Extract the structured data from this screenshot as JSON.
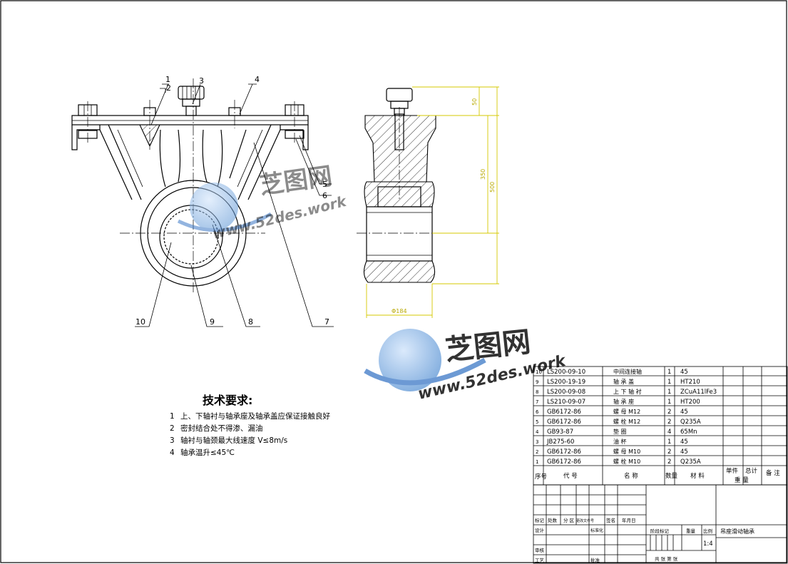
{
  "balloons": [
    "1",
    "2",
    "3",
    "4",
    "5",
    "6",
    "7",
    "8",
    "9",
    "10"
  ],
  "dimensions": [
    "50",
    "350",
    "500",
    "Φ184"
  ],
  "tech": {
    "title": "技术要求:",
    "items": [
      {
        "num": "1",
        "text": "上、下轴衬与轴承座及轴承盖应保证接触良好"
      },
      {
        "num": "2",
        "text": "密封结合处不得渗、漏油"
      },
      {
        "num": "3",
        "text": "轴衬与轴颈最大线速度 V≤8m/s"
      },
      {
        "num": "4",
        "text": "轴承温升≤45℃"
      }
    ]
  },
  "bom": {
    "rows": [
      {
        "no": "10",
        "code": "LS200-09-10",
        "name": "中间连接轴",
        "qty": "1",
        "material": "45"
      },
      {
        "no": "9",
        "code": "LS200-19-19",
        "name": "轴 承 盖",
        "qty": "1",
        "material": "HT210"
      },
      {
        "no": "8",
        "code": "LS200-09-08",
        "name": "上 下 轴 衬",
        "qty": "1",
        "material": "ZCuA11lFe3"
      },
      {
        "no": "7",
        "code": "LS210-09-07",
        "name": "轴 承 座",
        "qty": "1",
        "material": "HT200"
      },
      {
        "no": "6",
        "code": "GB6172-86",
        "name": "螺 母 M12",
        "qty": "2",
        "material": "45"
      },
      {
        "no": "5",
        "code": "GB6172-86",
        "name": "螺 栓 M12",
        "qty": "2",
        "material": "Q235A"
      },
      {
        "no": "4",
        "code": "GB93-87",
        "name": "垫 圈",
        "qty": "4",
        "material": "65Mn"
      },
      {
        "no": "3",
        "code": "JB275-60",
        "name": "油 杯",
        "qty": "1",
        "material": "45"
      },
      {
        "no": "2",
        "code": "GB6172-86",
        "name": "螺 母 M10",
        "qty": "2",
        "material": "45"
      },
      {
        "no": "1",
        "code": "GB6172-86",
        "name": "螺 栓 M10",
        "qty": "2",
        "material": "Q235A"
      }
    ],
    "header": {
      "no": "序号",
      "code": "代 号",
      "name": "名 称",
      "qty": "数量",
      "material": "材 料",
      "unit_weight": "单件",
      "total_weight": "总计",
      "weight": "重 量",
      "remark": "备 注"
    }
  },
  "title_block": {
    "drawing_title": "吊座滑动轴承",
    "scale": "1:4",
    "labels": {
      "mark": "标记",
      "count": "处数",
      "zone": "分 区",
      "change_doc": "更改文件号",
      "sign": "签名",
      "date": "年月日",
      "designer": "设计",
      "standardize": "标准化",
      "stage_mark": "阶段标记",
      "weight": "重量",
      "scale_label": "比例",
      "review": "审核",
      "process": "工艺",
      "approve": "批准",
      "sheets": "共 张 第 张"
    }
  },
  "watermark": {
    "brand": "芝图网",
    "url": "www.52des.work"
  },
  "colors": {
    "line": "#000000",
    "dimension": "#d4c800",
    "watermark": "#3b78c6"
  }
}
